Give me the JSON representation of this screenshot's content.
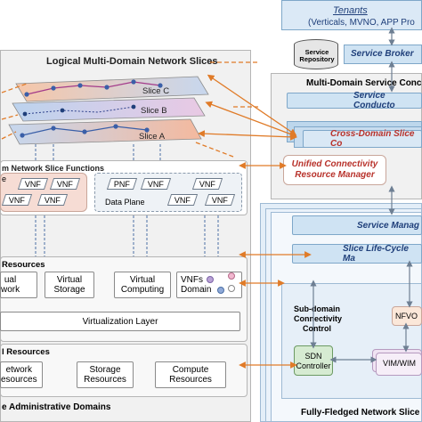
{
  "tenants": {
    "title": "Tenants",
    "subtitle": "(Verticals, MVNO, APP Pro"
  },
  "service_repository": {
    "label": "Service Repository"
  },
  "service_broker": {
    "label": "Service Broker"
  },
  "logical_slices": {
    "title": "Logical Multi-Domain Network Slices",
    "slices": [
      "Slice C",
      "Slice B",
      "Slice A"
    ]
  },
  "nsf": {
    "title": "m Network Slice Functions",
    "left_partial": "e",
    "left_vnfs": [
      "VNF",
      "VNF",
      "VNF",
      "VNF"
    ],
    "right_items": [
      "PNF",
      "VNF",
      "VNF",
      "VNF",
      "VNF"
    ],
    "data_plane": "Data Plane"
  },
  "virtual_resources": {
    "title": "Resources",
    "items": [
      "ual\nwork",
      "Virtual\nStorage",
      "Virtual\nComputing"
    ],
    "vnfs_domain": [
      "VNFs",
      "Domain"
    ],
    "virtualization_layer": "Virtualization Layer"
  },
  "physical_resources": {
    "title": "l Resources",
    "items": [
      "etwork\nesources",
      "Storage\nResources",
      "Compute\nResources"
    ]
  },
  "admin_domains": {
    "title": "e Administrative Domains"
  },
  "controller": {
    "title": "Multi-Domain Service Conc",
    "service_conductor": "Service Conducto",
    "cross_domain": "Cross-Domain Slice Co",
    "ucrm": "Unified Connectivity\nResource Manager"
  },
  "orchestrator": {
    "service_manager": "Service Manag",
    "lifecycle": "Slice Life-Cycle Ma",
    "subdomain": "Sub-domain\nConnectivity\nControl",
    "sdn": "SDN\nController",
    "nfvo": "NFVO",
    "vim": "VIM/WIM",
    "footer": "Fully-Fledged Network Slice"
  },
  "colors": {
    "accent_blue": "#1f3f7a",
    "accent_red": "#b8322b",
    "orange_arrow": "#e07b28",
    "panel_blue": "#cfe3f3"
  }
}
